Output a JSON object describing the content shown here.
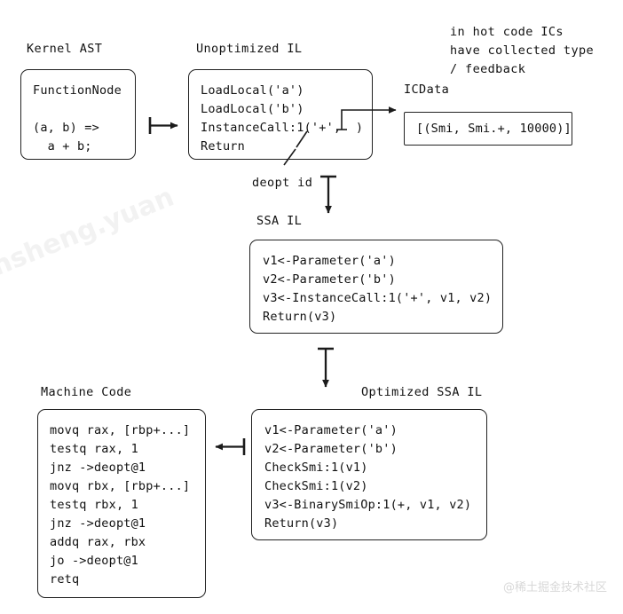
{
  "diagram": {
    "title_hidden": "Dart VM compilation pipeline",
    "background": "#ffffff",
    "stroke": "#222222",
    "text_color": "#111111"
  },
  "labels": {
    "kernel_ast": "Kernel AST",
    "unoptimized_il": "Unoptimized IL",
    "icdata": "ICData",
    "ssa_il": "SSA IL",
    "optimized_ssa_il": "Optimized SSA IL",
    "machine_code": "Machine Code",
    "deopt_id": "deopt id"
  },
  "annotation": {
    "line1": "in hot code ICs",
    "line2": "have collected type",
    "line3": "/ feedback"
  },
  "boxes": {
    "kernel_ast": {
      "lines": [
        "FunctionNode",
        "",
        "(a, b) =>",
        "  a + b;"
      ]
    },
    "unoptimized_il": {
      "lines": [
        "LoadLocal('a')",
        "LoadLocal('b')",
        "InstanceCall:1('+',  )",
        "Return"
      ]
    },
    "icdata": {
      "lines": [
        "[(Smi, Smi.+, 10000)]"
      ]
    },
    "ssa_il": {
      "lines": [
        "v1<-Parameter('a')",
        "v2<-Parameter('b')",
        "v3<-InstanceCall:1('+', v1, v2)",
        "Return(v3)"
      ]
    },
    "optimized_ssa_il": {
      "lines": [
        "v1<-Parameter('a')",
        "v2<-Parameter('b')",
        "CheckSmi:1(v1)",
        "CheckSmi:1(v2)",
        "v3<-BinarySmiOp:1(+, v1, v2)",
        "Return(v3)"
      ]
    },
    "machine_code": {
      "lines": [
        "movq rax, [rbp+...]",
        "testq rax, 1",
        "jnz ->deopt@1",
        "movq rbx, [rbp+...]",
        "testq rbx, 1",
        "jnz ->deopt@1",
        "addq rax, rbx",
        "jo ->deopt@1",
        "retq"
      ]
    }
  },
  "watermarks": {
    "diagonal": "nsheng.yuan",
    "corner": "@稀土掘金技术社区"
  }
}
